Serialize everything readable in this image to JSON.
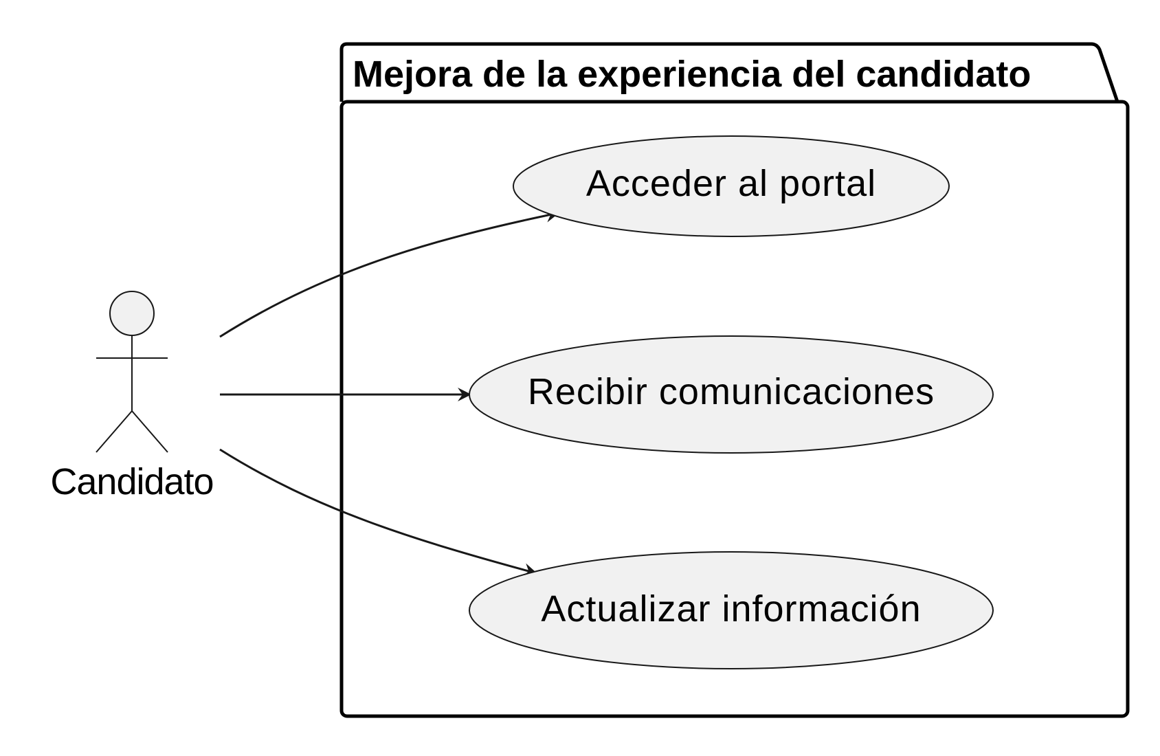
{
  "package": {
    "title": "Mejora de la experiencia del candidato"
  },
  "actor": {
    "label": "Candidato"
  },
  "use_cases": [
    {
      "label": "Acceder al portal"
    },
    {
      "label": "Recibir comunicaciones"
    },
    {
      "label": "Actualizar información"
    }
  ],
  "colors": {
    "background": "#ffffff",
    "stroke": "#181818",
    "use_case_fill": "#f1f1f1",
    "actor_fill": "#f1f1f1"
  }
}
